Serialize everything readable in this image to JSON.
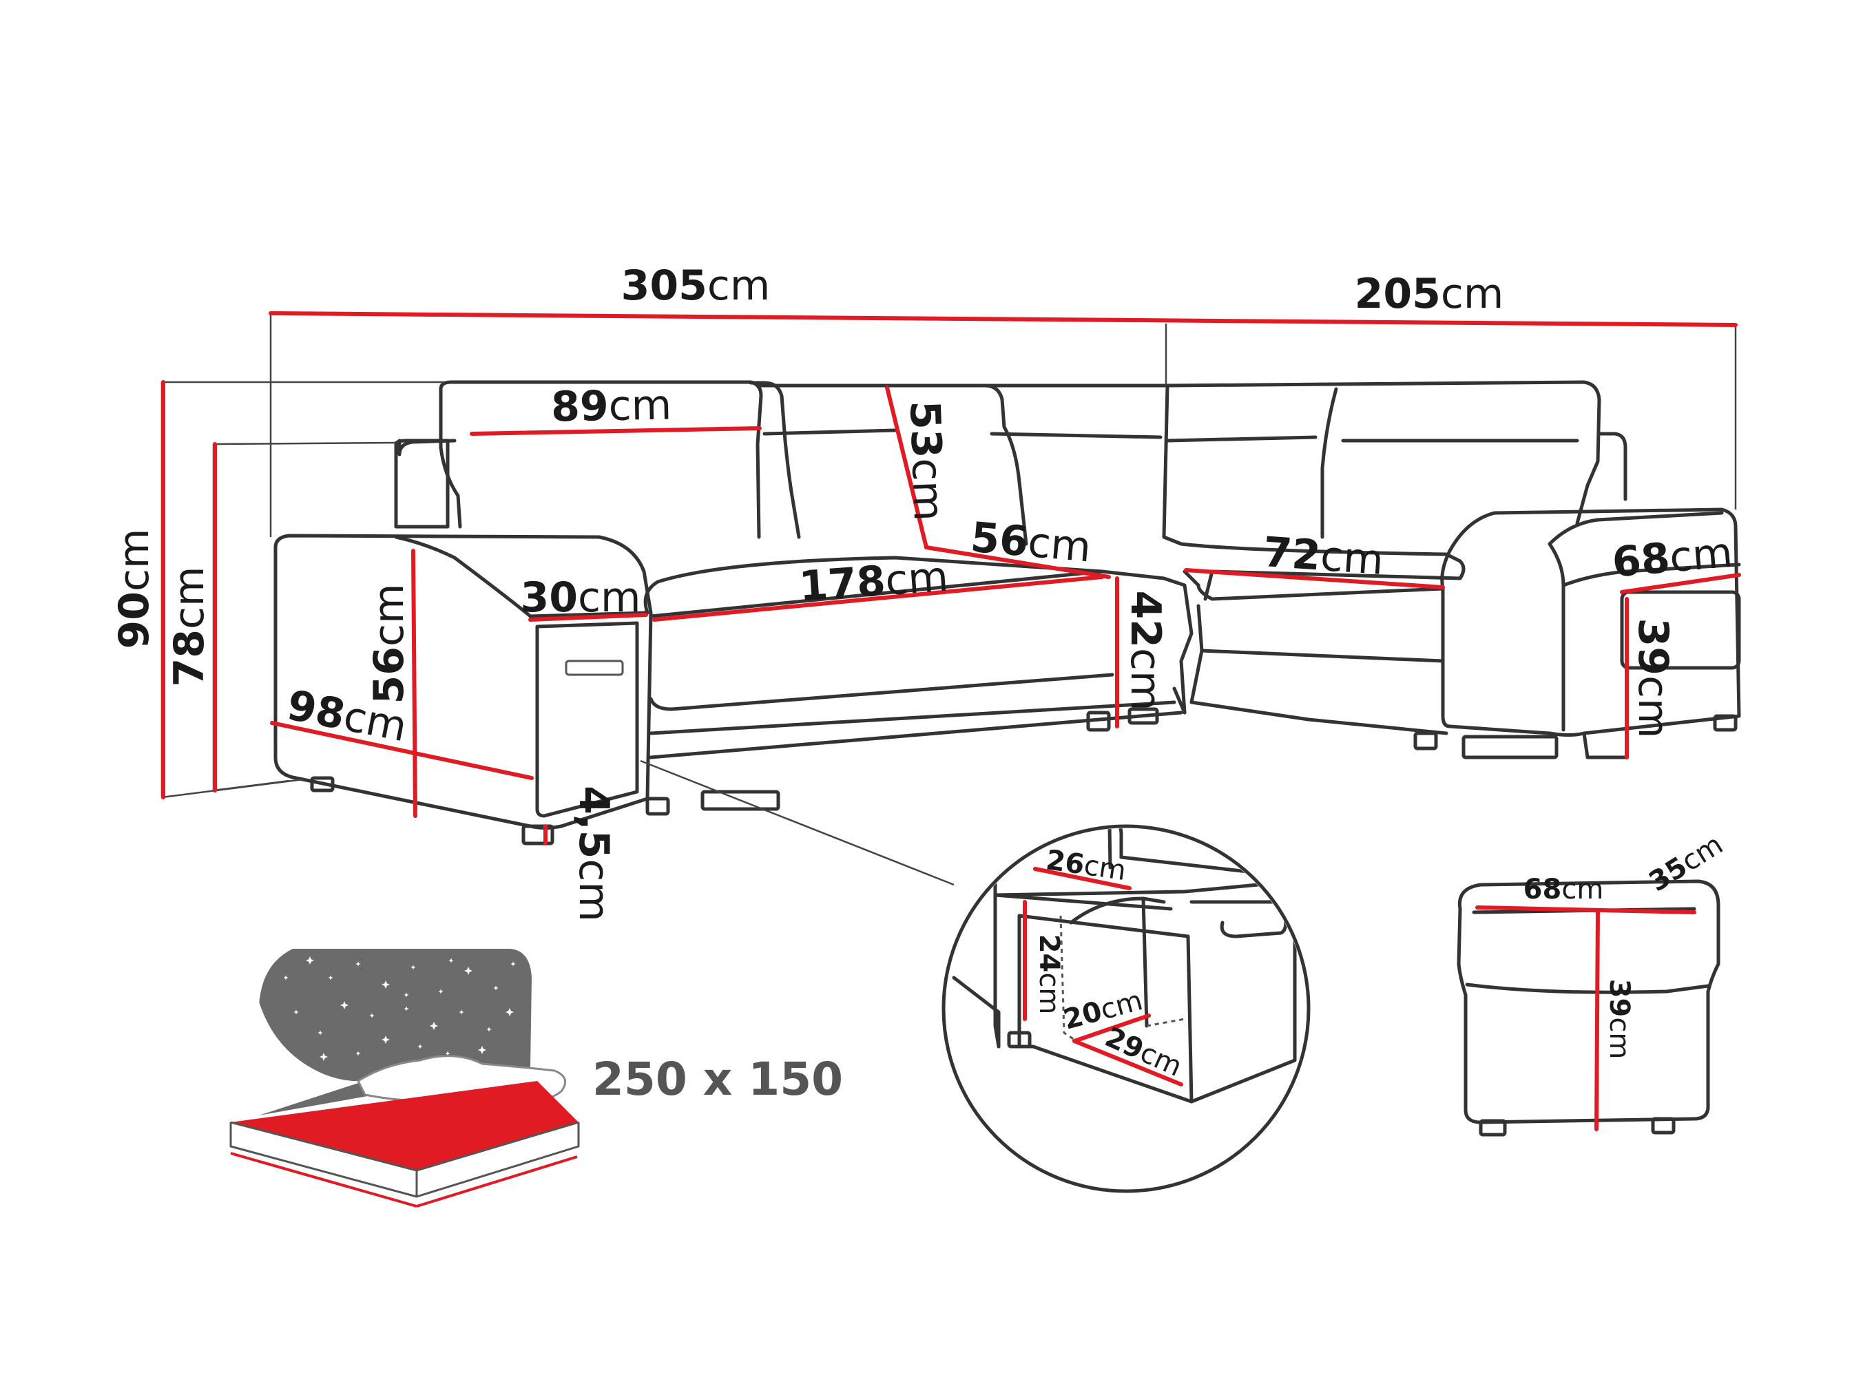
{
  "colors": {
    "dimension_line": "#e01b24",
    "outline": "#333333",
    "night_panel": "#6b6b6b",
    "mattress_top": "#e01b24"
  },
  "unit": "cm",
  "dimensions": {
    "overall_width": "305",
    "right_section_width": "205",
    "back_cushion_width": "89",
    "back_cushion_height": "53",
    "seat_depth": "56",
    "seat_length": "178",
    "right_seat_width": "72",
    "armrest_width": "30",
    "overall_height": "90",
    "back_height": "78",
    "arm_height": "56",
    "depth": "98",
    "seat_height": "42",
    "leg_height": "4,5",
    "right_arm_width": "68",
    "right_arm_height": "39"
  },
  "storage_detail": {
    "width": "26",
    "height": "24",
    "depth_inner": "20",
    "depth": "29"
  },
  "pouf": {
    "width": "68",
    "depth": "35",
    "height": "39"
  },
  "sleeping_area": {
    "size": "250 x 150"
  }
}
